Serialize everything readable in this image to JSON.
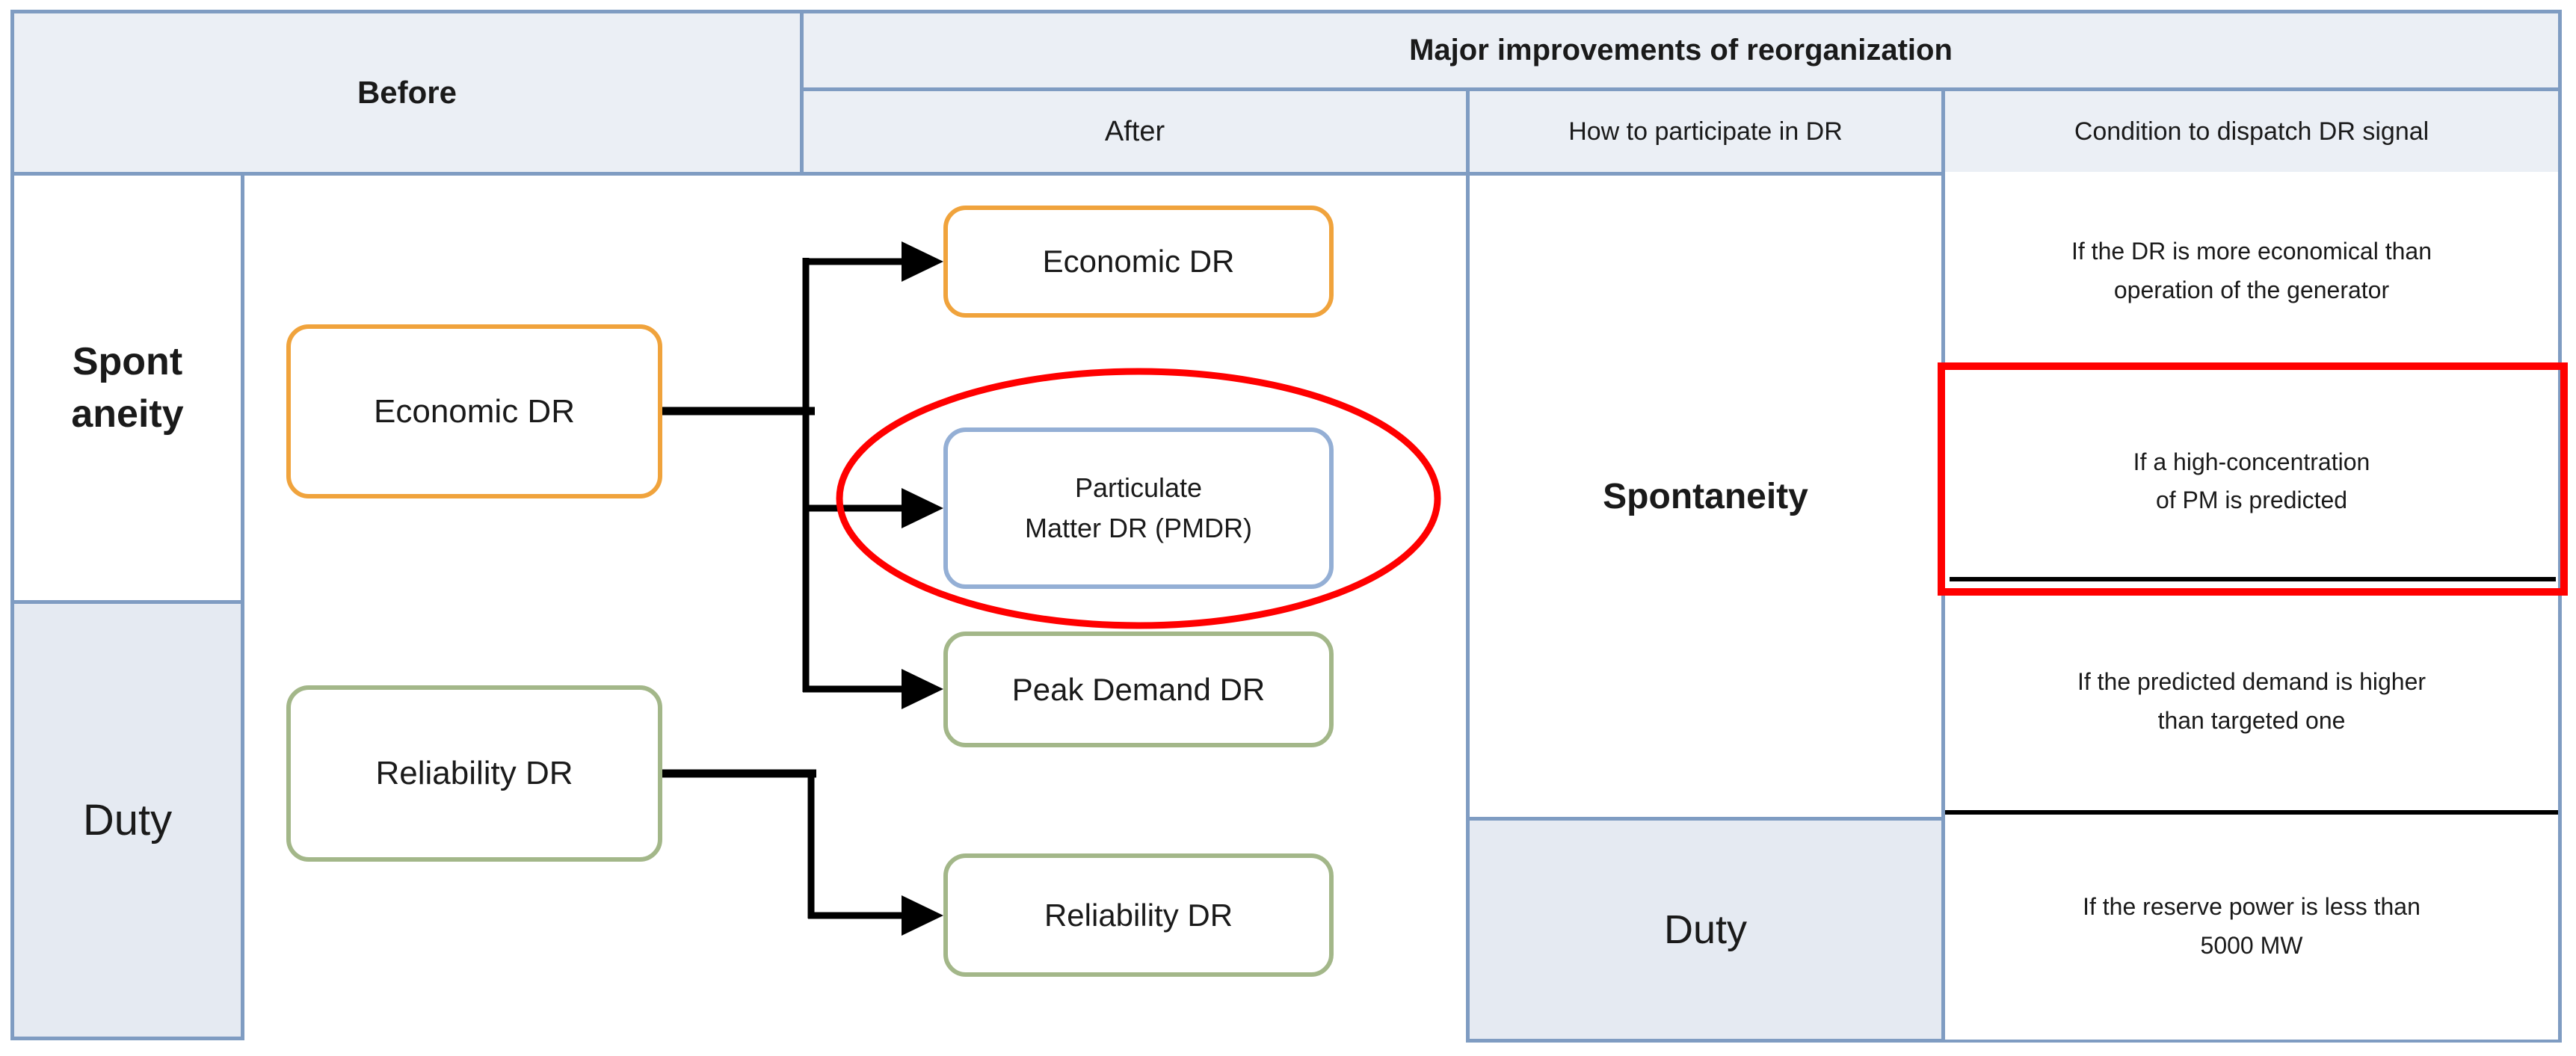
{
  "header": {
    "before": "Before",
    "major": "Major improvements of reorganization",
    "after": "After",
    "how": "How to participate in DR",
    "condition": "Condition to dispatch DR signal"
  },
  "left": {
    "spontaneity": {
      "line1": "Spont",
      "line2": "aneity"
    },
    "duty": "Duty"
  },
  "before_boxes": {
    "economic": "Economic DR",
    "reliability": "Reliability DR"
  },
  "after_boxes": {
    "economic": "Economic DR",
    "pmdr_line1": "Particulate",
    "pmdr_line2": "Matter DR (PMDR)",
    "peak": "Peak Demand DR",
    "reliability": "Reliability DR"
  },
  "participation": {
    "spontaneity": "Spontaneity",
    "duty": "Duty"
  },
  "conditions": {
    "economical": {
      "line1": "If the DR is more economical than",
      "line2": "operation of the generator"
    },
    "pm": {
      "line1": "If a high-concentration",
      "line2": "of PM is predicted"
    },
    "demand": {
      "line1": "If the predicted demand is higher",
      "line2": "than targeted one"
    },
    "reserve": {
      "line1": "If the reserve power is less than",
      "line2": "5000 MW"
    }
  },
  "colors": {
    "table_border": "#7f9cc2",
    "header_fill": "#ebeff5",
    "shade_fill": "#e5eaf2",
    "orange": "#f0a33c",
    "green": "#a3b789",
    "blue": "#94afd5",
    "red": "#ff0000",
    "line_black": "#000000"
  }
}
